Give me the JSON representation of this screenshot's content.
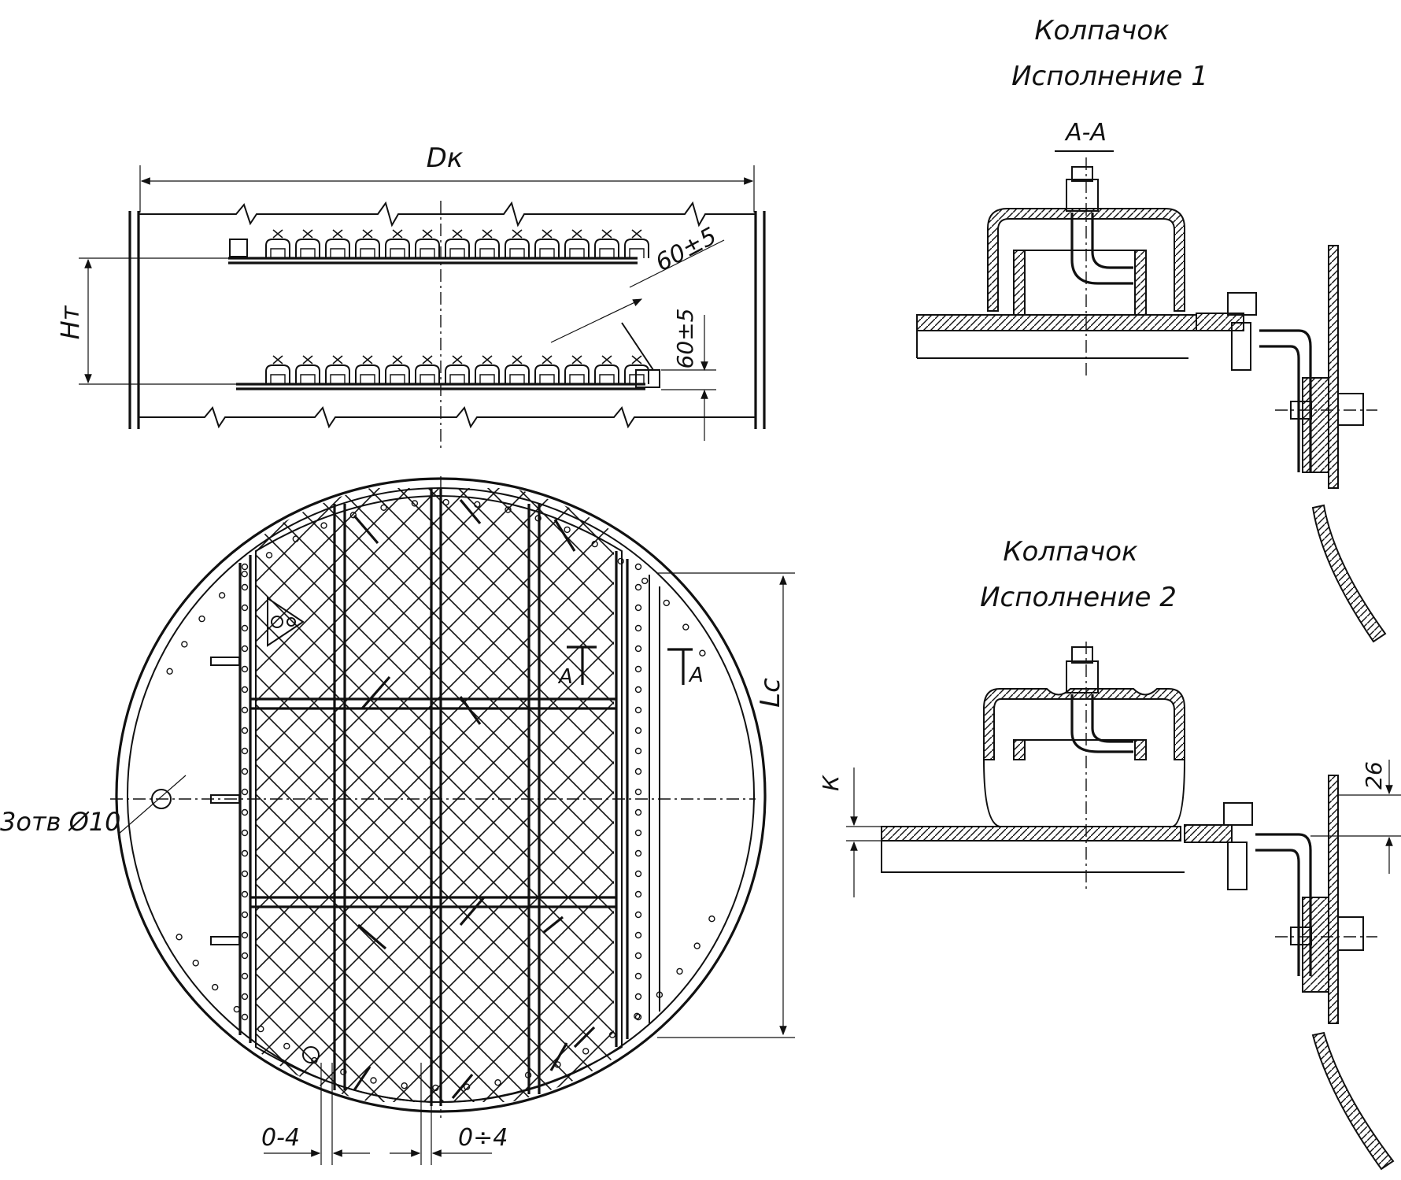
{
  "labels": {
    "top_view_width": "Dк",
    "tray_spacing": "Hт",
    "offset_upper": "60±5",
    "offset_lower": "60±5",
    "plan_length": "Lс",
    "hole_note": "3отв Ø10",
    "gap_left": "0-4",
    "gap_right": "0÷4",
    "section_mark_1": "А",
    "section_mark_2": "А",
    "cap_v1_title": "Колпачок",
    "cap_v1_subtitle": "Исполнение 1",
    "section_title": "А-А",
    "cap_v2_title": "Колпачок",
    "cap_v2_subtitle": "Исполнение 2",
    "dim_k": "К",
    "dim_26": "26"
  },
  "colors": {
    "ink": "#111111",
    "paper": "#ffffff"
  }
}
